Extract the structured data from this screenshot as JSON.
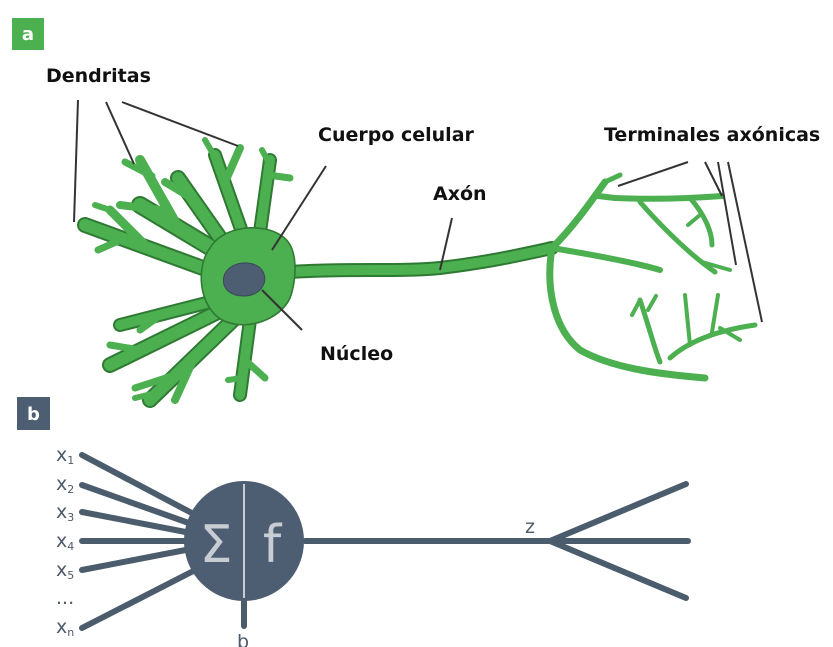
{
  "panel_a": {
    "badge": "a",
    "badge_color": "#4caf50",
    "neuron_color": "#4caf50",
    "nucleus_color": "#4d5e72",
    "labels": {
      "dendrites": "Dendritas",
      "cell_body": "Cuerpo celular",
      "axon": "Axón",
      "axon_terminals": "Terminales axónicas",
      "nucleus": "Núcleo"
    }
  },
  "panel_b": {
    "badge": "b",
    "badge_color": "#4d5e72",
    "line_color": "#4b5c6d",
    "node_symbols": {
      "sum": "Σ",
      "activation": "f"
    },
    "inputs": [
      {
        "base": "x",
        "sub": "1"
      },
      {
        "base": "x",
        "sub": "2"
      },
      {
        "base": "x",
        "sub": "3"
      },
      {
        "base": "x",
        "sub": "4"
      },
      {
        "base": "x",
        "sub": "5"
      },
      {
        "base": "...",
        "sub": ""
      },
      {
        "base": "x",
        "sub": "n"
      }
    ],
    "bias_label": "b",
    "output_label": "z"
  }
}
